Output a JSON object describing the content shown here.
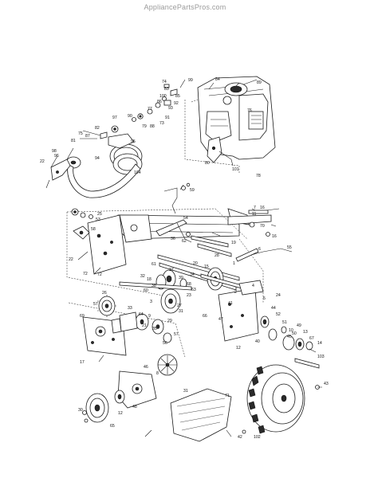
{
  "watermark": "AppliancePartsPros.com",
  "callouts": [
    {
      "id": "c84",
      "text": "84"
    },
    {
      "id": "c89",
      "text": "89"
    },
    {
      "id": "c74",
      "text": "74"
    },
    {
      "id": "c99",
      "text": "99"
    },
    {
      "id": "c83",
      "text": "83"
    },
    {
      "id": "c76",
      "text": "76"
    },
    {
      "id": "c100",
      "text": "100"
    },
    {
      "id": "c85",
      "text": "85"
    },
    {
      "id": "c92",
      "text": "92"
    },
    {
      "id": "c86",
      "text": "86"
    },
    {
      "id": "c88",
      "text": "88"
    },
    {
      "id": "c93",
      "text": "93"
    },
    {
      "id": "c77",
      "text": "77"
    },
    {
      "id": "c91",
      "text": "91"
    },
    {
      "id": "c79",
      "text": "79"
    },
    {
      "id": "c73",
      "text": "73"
    },
    {
      "id": "c97",
      "text": "97"
    },
    {
      "id": "c90",
      "text": "90"
    },
    {
      "id": "c75",
      "text": "75"
    },
    {
      "id": "c82",
      "text": "82"
    },
    {
      "id": "c87",
      "text": "87"
    },
    {
      "id": "c95",
      "text": "95"
    },
    {
      "id": "c81",
      "text": "81"
    },
    {
      "id": "c98",
      "text": "98"
    },
    {
      "id": "c96",
      "text": "96"
    },
    {
      "id": "c22a",
      "text": "22"
    },
    {
      "id": "c94",
      "text": "94"
    },
    {
      "id": "c104",
      "text": "104"
    },
    {
      "id": "c80",
      "text": "80"
    },
    {
      "id": "c101",
      "text": "101"
    },
    {
      "id": "c78",
      "text": "78"
    },
    {
      "id": "c59",
      "text": "59"
    },
    {
      "id": "c25",
      "text": "25"
    },
    {
      "id": "c53",
      "text": "53"
    },
    {
      "id": "c16a",
      "text": "16"
    },
    {
      "id": "c7",
      "text": "7"
    },
    {
      "id": "c11",
      "text": "11"
    },
    {
      "id": "c70",
      "text": "70"
    },
    {
      "id": "c16b",
      "text": "16"
    },
    {
      "id": "c58",
      "text": "58"
    },
    {
      "id": "c54",
      "text": "54"
    },
    {
      "id": "c19",
      "text": "19"
    },
    {
      "id": "c36",
      "text": "36"
    },
    {
      "id": "c62",
      "text": "62"
    },
    {
      "id": "c55",
      "text": "55"
    },
    {
      "id": "c22b",
      "text": "22"
    },
    {
      "id": "c72a",
      "text": "72"
    },
    {
      "id": "c61",
      "text": "61"
    },
    {
      "id": "c28",
      "text": "28"
    },
    {
      "id": "c6",
      "text": "6"
    },
    {
      "id": "c1a",
      "text": "1"
    },
    {
      "id": "c15",
      "text": "15"
    },
    {
      "id": "c37",
      "text": "37"
    },
    {
      "id": "c34",
      "text": "34"
    },
    {
      "id": "c39",
      "text": "39"
    },
    {
      "id": "c68",
      "text": "68"
    },
    {
      "id": "c38",
      "text": "38"
    },
    {
      "id": "c63",
      "text": "63"
    },
    {
      "id": "c18",
      "text": "18"
    },
    {
      "id": "c32",
      "text": "32"
    },
    {
      "id": "c24",
      "text": "24"
    },
    {
      "id": "c27",
      "text": "27"
    },
    {
      "id": "c41",
      "text": "41"
    },
    {
      "id": "c23",
      "text": "23"
    },
    {
      "id": "c31",
      "text": "31"
    },
    {
      "id": "c26",
      "text": "26"
    },
    {
      "id": "c60",
      "text": "60"
    },
    {
      "id": "c3",
      "text": "3"
    },
    {
      "id": "c33",
      "text": "33"
    },
    {
      "id": "c69",
      "text": "69"
    },
    {
      "id": "c57a",
      "text": "57"
    },
    {
      "id": "c9",
      "text": "9"
    },
    {
      "id": "c64",
      "text": "64"
    },
    {
      "id": "c21",
      "text": "21"
    },
    {
      "id": "c29",
      "text": "29"
    },
    {
      "id": "c35",
      "text": "35"
    },
    {
      "id": "c67",
      "text": "67"
    },
    {
      "id": "c13",
      "text": "13"
    },
    {
      "id": "c14",
      "text": "14"
    },
    {
      "id": "c40",
      "text": "40"
    },
    {
      "id": "c12a",
      "text": "12"
    },
    {
      "id": "c10",
      "text": "10"
    },
    {
      "id": "c103",
      "text": "103"
    },
    {
      "id": "c57b",
      "text": "57"
    },
    {
      "id": "c17",
      "text": "17"
    },
    {
      "id": "c46",
      "text": "46"
    },
    {
      "id": "c8",
      "text": "8"
    },
    {
      "id": "c71",
      "text": "71"
    },
    {
      "id": "c31b",
      "text": "31"
    },
    {
      "id": "c30",
      "text": "30"
    },
    {
      "id": "c12b",
      "text": "12"
    },
    {
      "id": "c48",
      "text": "48"
    },
    {
      "id": "c43",
      "text": "43"
    },
    {
      "id": "c65",
      "text": "65"
    },
    {
      "id": "c42",
      "text": "42"
    },
    {
      "id": "c102",
      "text": "102"
    },
    {
      "id": "c5",
      "text": "5"
    },
    {
      "id": "c52",
      "text": "52"
    },
    {
      "id": "c47",
      "text": "47"
    },
    {
      "id": "c66",
      "text": "66"
    },
    {
      "id": "c44",
      "text": "44"
    },
    {
      "id": "c2",
      "text": "2"
    },
    {
      "id": "c20",
      "text": "20"
    },
    {
      "id": "c72b",
      "text": "72"
    },
    {
      "id": "c51",
      "text": "51"
    },
    {
      "id": "c4",
      "text": "4"
    },
    {
      "id": "c45",
      "text": "45"
    },
    {
      "id": "c49",
      "text": "49"
    },
    {
      "id": "c50",
      "text": "50"
    },
    {
      "id": "c56",
      "text": "56"
    }
  ]
}
